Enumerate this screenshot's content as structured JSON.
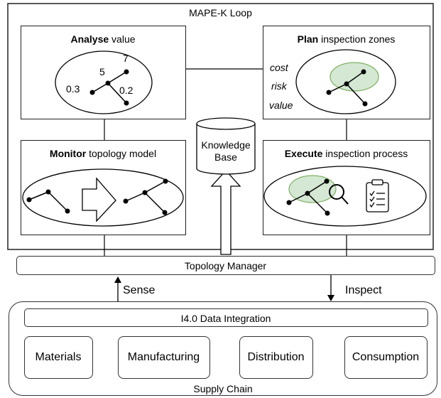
{
  "mapek": {
    "title": "MAPE-K Loop",
    "analyse": {
      "bold": "Analyse",
      "rest": " value",
      "numbers": [
        "7",
        "5",
        "0.3",
        "0.2"
      ]
    },
    "plan": {
      "bold": "Plan",
      "rest": " inspection zones",
      "criteria": [
        "cost",
        "risk",
        "value"
      ]
    },
    "monitor": {
      "bold": "Monitor",
      "rest": " topology model"
    },
    "execute": {
      "bold": "Execute",
      "rest": " inspection process"
    },
    "knowledge_base": {
      "line1": "Knowledge",
      "line2": "Base"
    }
  },
  "topology_manager": "Topology Manager",
  "arrows": {
    "sense": "Sense",
    "inspect": "Inspect"
  },
  "supply_chain": {
    "title": "Supply Chain",
    "integration": "I4.0 Data Integration",
    "stages": [
      "Materials",
      "Manufacturing",
      "Distribution",
      "Consumption"
    ]
  },
  "colors": {
    "zone_fill": "#d5e8d4",
    "zone_stroke": "#82b366",
    "line": "#000000"
  }
}
